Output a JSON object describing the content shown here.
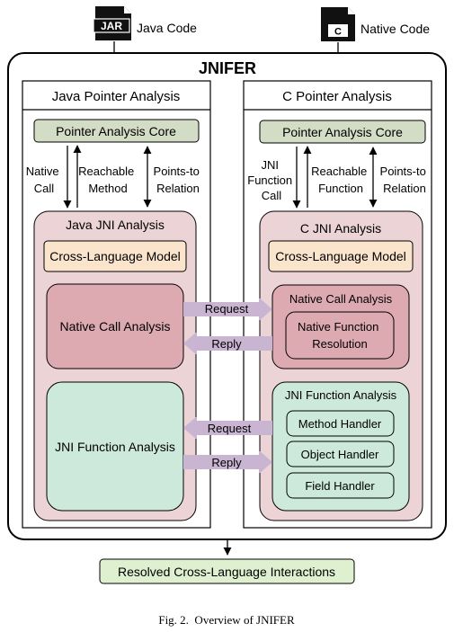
{
  "inputs": {
    "java": {
      "icon_label": "JAR",
      "label": "Java Code"
    },
    "native": {
      "icon_label": "C",
      "label": "Native Code"
    }
  },
  "title": "JNIFER",
  "java_side": {
    "header": "Java Pointer Analysis",
    "core": "Pointer Analysis Core",
    "arrow_labels": {
      "native_call": [
        "Native",
        "Call"
      ],
      "reachable": [
        "Reachable",
        "Method"
      ],
      "points_to": [
        "Points-to",
        "Relation"
      ]
    },
    "jni_analysis": {
      "title": "Java JNI Analysis",
      "model": "Cross-Language Model",
      "native_call": "Native Call Analysis",
      "jni_function": "JNI Function Analysis"
    }
  },
  "c_side": {
    "header": "C Pointer Analysis",
    "core": "Pointer Analysis Core",
    "arrow_labels": {
      "jni_call": [
        "JNI",
        "Function",
        "Call"
      ],
      "reachable": [
        "Reachable",
        "Function"
      ],
      "points_to": [
        "Points-to",
        "Relation"
      ]
    },
    "jni_analysis": {
      "title": "C JNI Analysis",
      "model": "Cross-Language Model",
      "native_call": {
        "title": "Native Call Analysis",
        "resolution": [
          "Native Function",
          "Resolution"
        ]
      },
      "jni_function": {
        "title": "JNI Function Analysis",
        "handlers": [
          "Method Handler",
          "Object Handler",
          "Field Handler"
        ]
      }
    }
  },
  "messages": {
    "top_request": "Request",
    "top_reply": "Reply",
    "bottom_request": "Request",
    "bottom_reply": "Reply"
  },
  "output": "Resolved Cross-Language Interactions",
  "caption": "Fig. 2.  Overview of JNIFER",
  "colors": {
    "core_fill": "#d3dcc4",
    "jni_box_fill": "#ecd3d6",
    "model_fill": "#fae5cc",
    "native_call_fill": "#dcaab0",
    "jni_function_fill": "#cde9dc",
    "arrow_fill": "#c9b5d1",
    "output_fill": "#dff0d0"
  }
}
